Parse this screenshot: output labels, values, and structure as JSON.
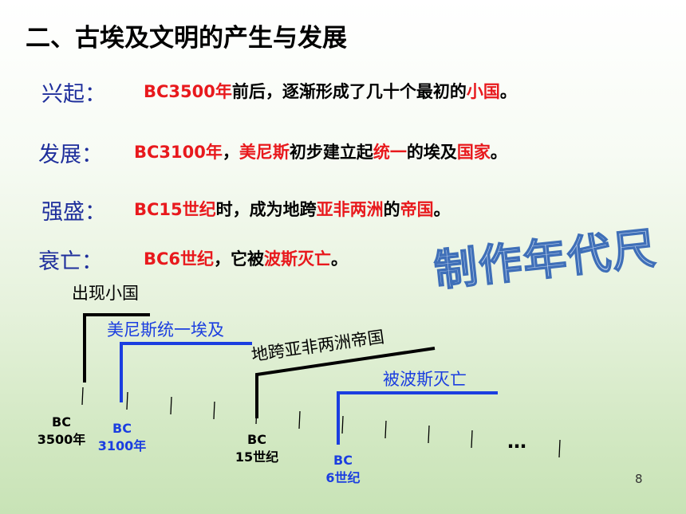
{
  "title": "二、古埃及文明的产生与发展",
  "stages": [
    {
      "label": "兴起：",
      "parts": [
        {
          "text": "BC3500年",
          "hl": true
        },
        {
          "text": "前后，逐渐形成了几十个最初的",
          "hl": false
        },
        {
          "text": "小国",
          "hl": true
        },
        {
          "text": "。",
          "hl": false
        }
      ]
    },
    {
      "label": "发展：",
      "parts": [
        {
          "text": "BC3100年",
          "hl": true
        },
        {
          "text": "，",
          "hl": false
        },
        {
          "text": "美尼斯",
          "hl": true
        },
        {
          "text": "初步建立起",
          "hl": false
        },
        {
          "text": "统一",
          "hl": true
        },
        {
          "text": "的埃及",
          "hl": false
        },
        {
          "text": "国家",
          "hl": true
        },
        {
          "text": "。",
          "hl": false
        }
      ]
    },
    {
      "label": "强盛：",
      "parts": [
        {
          "text": "BC15世纪",
          "hl": true
        },
        {
          "text": "时，成为地跨",
          "hl": false
        },
        {
          "text": "亚非两洲",
          "hl": true
        },
        {
          "text": "的",
          "hl": false
        },
        {
          "text": "帝国",
          "hl": true
        },
        {
          "text": "。",
          "hl": false
        }
      ]
    },
    {
      "label": "衰亡：",
      "parts": [
        {
          "text": "BC6世纪",
          "hl": true
        },
        {
          "text": "，它被",
          "hl": false
        },
        {
          "text": "波斯灭亡",
          "hl": true
        },
        {
          "text": "。",
          "hl": false
        }
      ]
    }
  ],
  "decorative_heading": "制作年代尺",
  "timeline": {
    "event_labels": {
      "small_states": "出现小国",
      "unification": "美尼斯统一埃及",
      "empire": "地跨亚非两洲帝国",
      "persia": "被波斯灭亡"
    },
    "tick_labels": {
      "bc3500_top": "BC",
      "bc3500_bottom": "3500年",
      "bc3100_top": "BC",
      "bc3100_bottom": "3100年",
      "bc15c_top": "BC",
      "bc15c_bottom": "15世纪",
      "bc6c_top": "BC",
      "bc6c_bottom": "6世纪"
    },
    "ellipsis": "…"
  },
  "page_number": "8",
  "colors": {
    "highlight": "#e8191d",
    "label_blue": "#1f2f9c",
    "timeline_blue": "#1b3ee0"
  }
}
